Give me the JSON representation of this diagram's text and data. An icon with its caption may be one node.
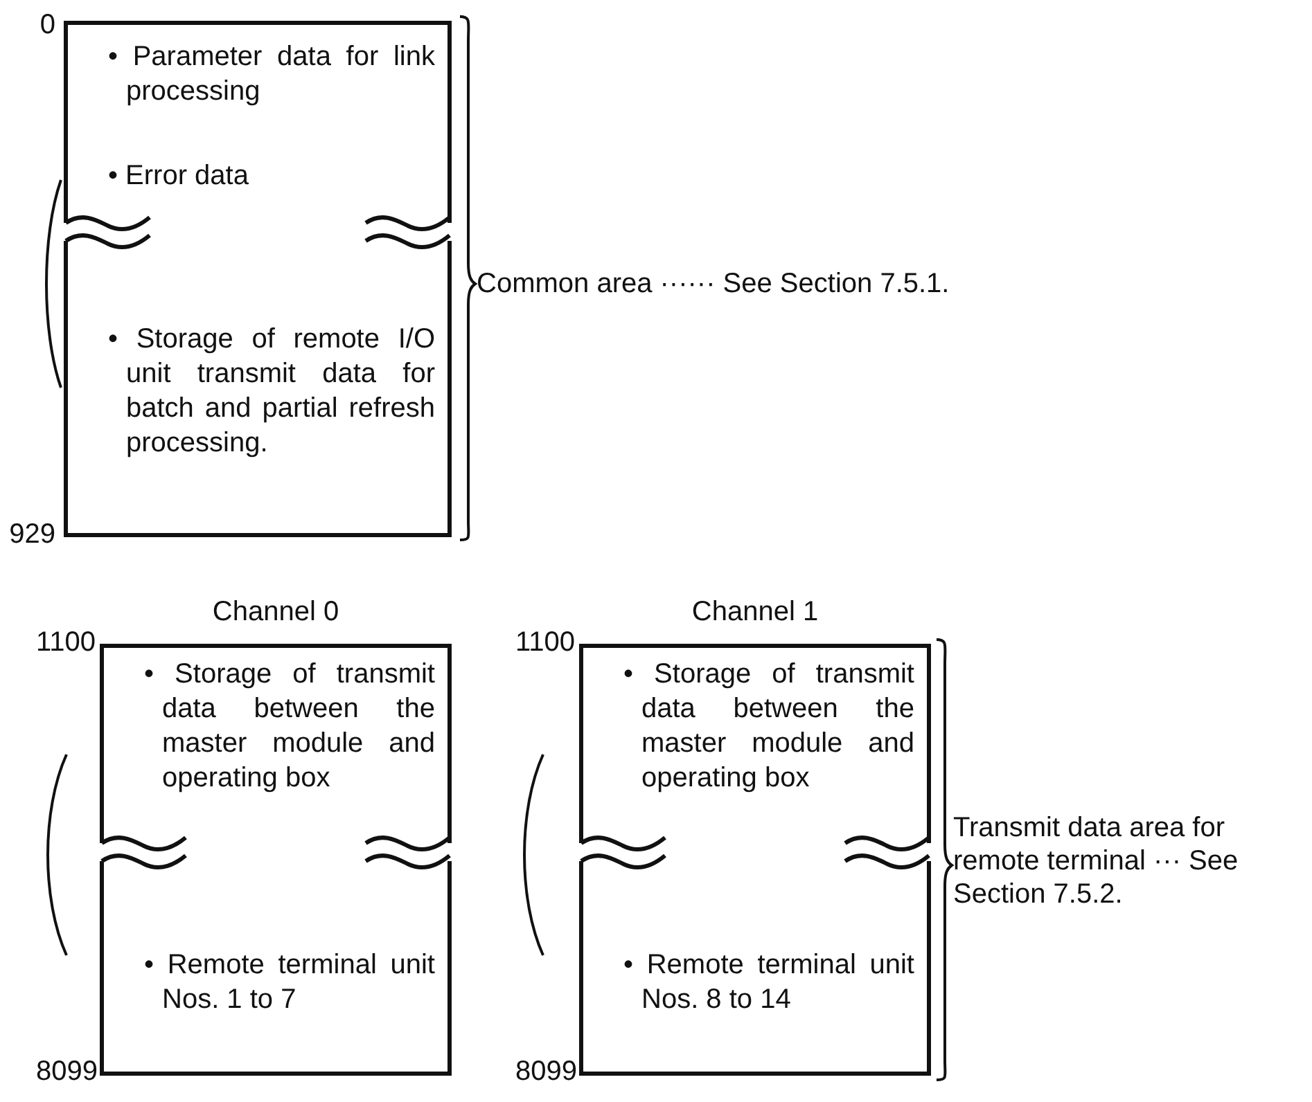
{
  "diagram": {
    "nodes": [
      {
        "text": [
          "• Parameter data for link processing",
          "• Error data",
          "• Storage of remote I/O unit transmit data for batch and partial refresh processing."
        ],
        "beside": [
          "0",
          "929"
        ]
      },
      {
        "text": [
          "Channel 0",
          "• Storage of transmit data between the master module and operating box",
          "• Remote terminal unit Nos. 1 to 7"
        ],
        "beside": [
          "1100",
          "8099"
        ]
      },
      {
        "text": [
          "Channel 1",
          "• Storage of transmit data between the master module and operating box",
          "• Remote terminal unit Nos. 8 to 14"
        ],
        "beside": [
          "1100",
          "8099"
        ]
      }
    ],
    "labels": [
      "Common area ······ See Section 7.5.1.",
      "Transmit data area for remote terminal ··· See Section 7.5.2."
    ]
  }
}
